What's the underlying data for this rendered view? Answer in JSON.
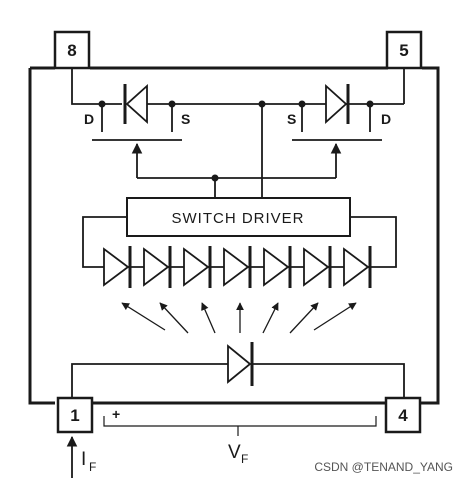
{
  "pins": {
    "top_left": "8",
    "top_right": "5",
    "bottom_left": "1",
    "bottom_right": "4"
  },
  "mosfet_left": {
    "drain": "D",
    "source": "S"
  },
  "mosfet_right": {
    "drain": "D",
    "source": "S"
  },
  "switch_driver": "SWITCH DRIVER",
  "signals": {
    "if_main": "I",
    "if_sub": "F",
    "vf_main": "V",
    "vf_sub": "F",
    "vf_plus": "+"
  },
  "watermark": "CSDN @TENAND_YANG"
}
